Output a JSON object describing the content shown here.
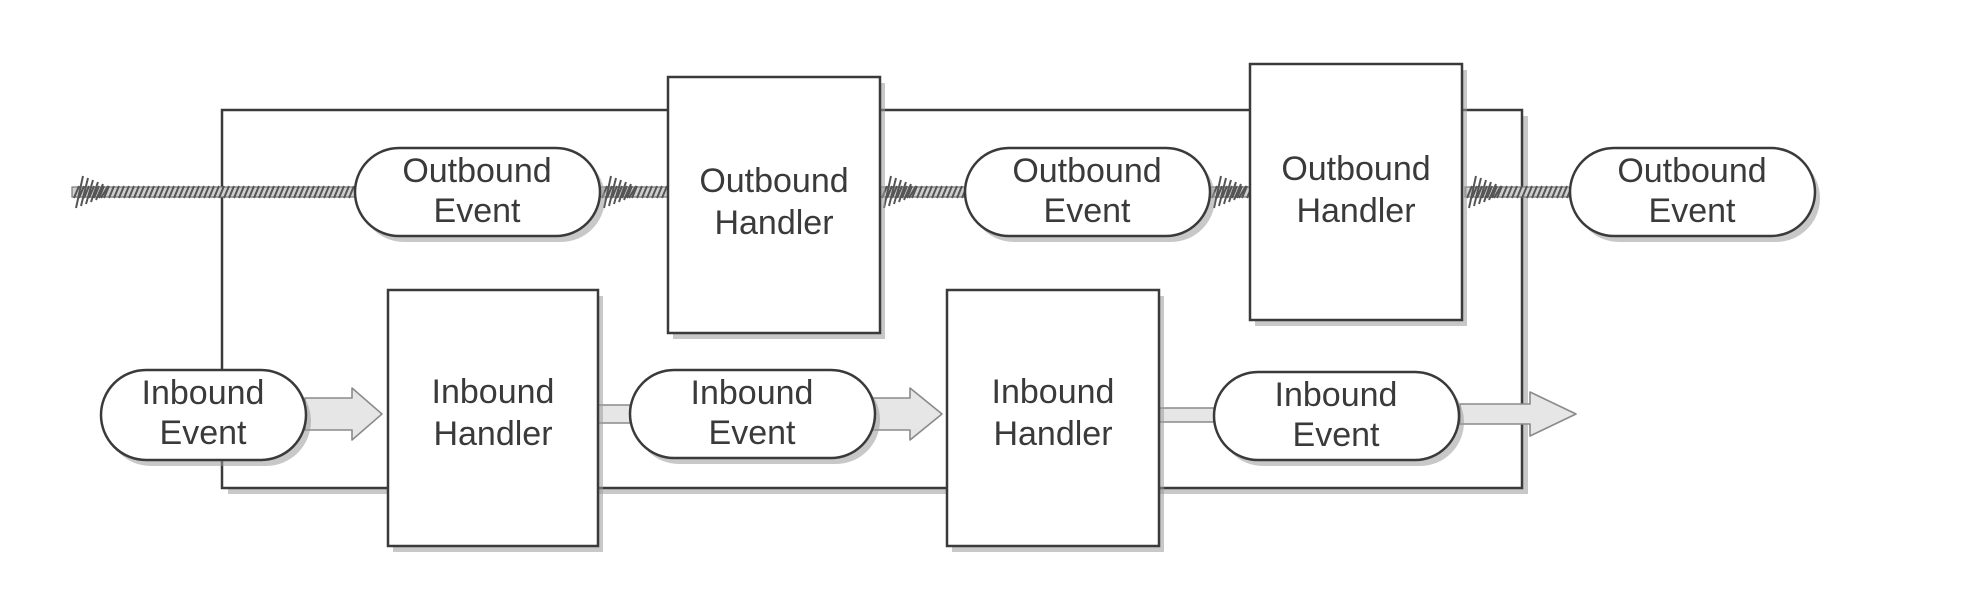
{
  "labels": {
    "outbound_event": [
      "Outbound",
      "Event"
    ],
    "outbound_handler": [
      "Outbound",
      "Handler"
    ],
    "inbound_event": [
      "Inbound",
      "Event"
    ],
    "inbound_handler": [
      "Inbound",
      "Handler"
    ]
  },
  "nodes": [
    {
      "id": "outbound-event-1",
      "kind": "pill",
      "label": "outbound_event"
    },
    {
      "id": "outbound-handler-1",
      "kind": "box",
      "label": "outbound_handler"
    },
    {
      "id": "outbound-event-2",
      "kind": "pill",
      "label": "outbound_event"
    },
    {
      "id": "outbound-handler-2",
      "kind": "box",
      "label": "outbound_handler"
    },
    {
      "id": "outbound-event-3",
      "kind": "pill",
      "label": "outbound_event"
    },
    {
      "id": "inbound-event-1",
      "kind": "pill",
      "label": "inbound_event"
    },
    {
      "id": "inbound-handler-1",
      "kind": "box",
      "label": "inbound_handler"
    },
    {
      "id": "inbound-event-2",
      "kind": "pill",
      "label": "inbound_event"
    },
    {
      "id": "inbound-handler-2",
      "kind": "box",
      "label": "inbound_handler"
    },
    {
      "id": "inbound-event-3",
      "kind": "pill",
      "label": "inbound_event"
    }
  ],
  "edges": [
    {
      "from": "outbound-event-3",
      "to": "outbound-handler-2",
      "style": "hatched",
      "direction": "left"
    },
    {
      "from": "outbound-handler-2",
      "to": "outbound-event-2",
      "style": "hatched",
      "direction": "left"
    },
    {
      "from": "outbound-event-2",
      "to": "outbound-handler-1",
      "style": "hatched",
      "direction": "left"
    },
    {
      "from": "outbound-handler-1",
      "to": "outbound-event-1",
      "style": "hatched",
      "direction": "left"
    },
    {
      "from": "outbound-event-1",
      "to": "exit-left",
      "style": "hatched",
      "direction": "left"
    },
    {
      "from": "inbound-event-1",
      "to": "inbound-handler-1",
      "style": "block-arrow",
      "direction": "right"
    },
    {
      "from": "inbound-handler-1",
      "to": "inbound-event-2",
      "style": "block-arrow",
      "direction": "right"
    },
    {
      "from": "inbound-event-2",
      "to": "inbound-handler-2",
      "style": "block-arrow",
      "direction": "right"
    },
    {
      "from": "inbound-handler-2",
      "to": "inbound-event-3",
      "style": "block-arrow",
      "direction": "right"
    },
    {
      "from": "inbound-event-3",
      "to": "exit-right",
      "style": "block-arrow",
      "direction": "right"
    }
  ],
  "colors": {
    "stroke": "#3a3a3a",
    "fill": "#ffffff",
    "arrow_fill": "#e6e6e6",
    "hatch": "#555555"
  }
}
